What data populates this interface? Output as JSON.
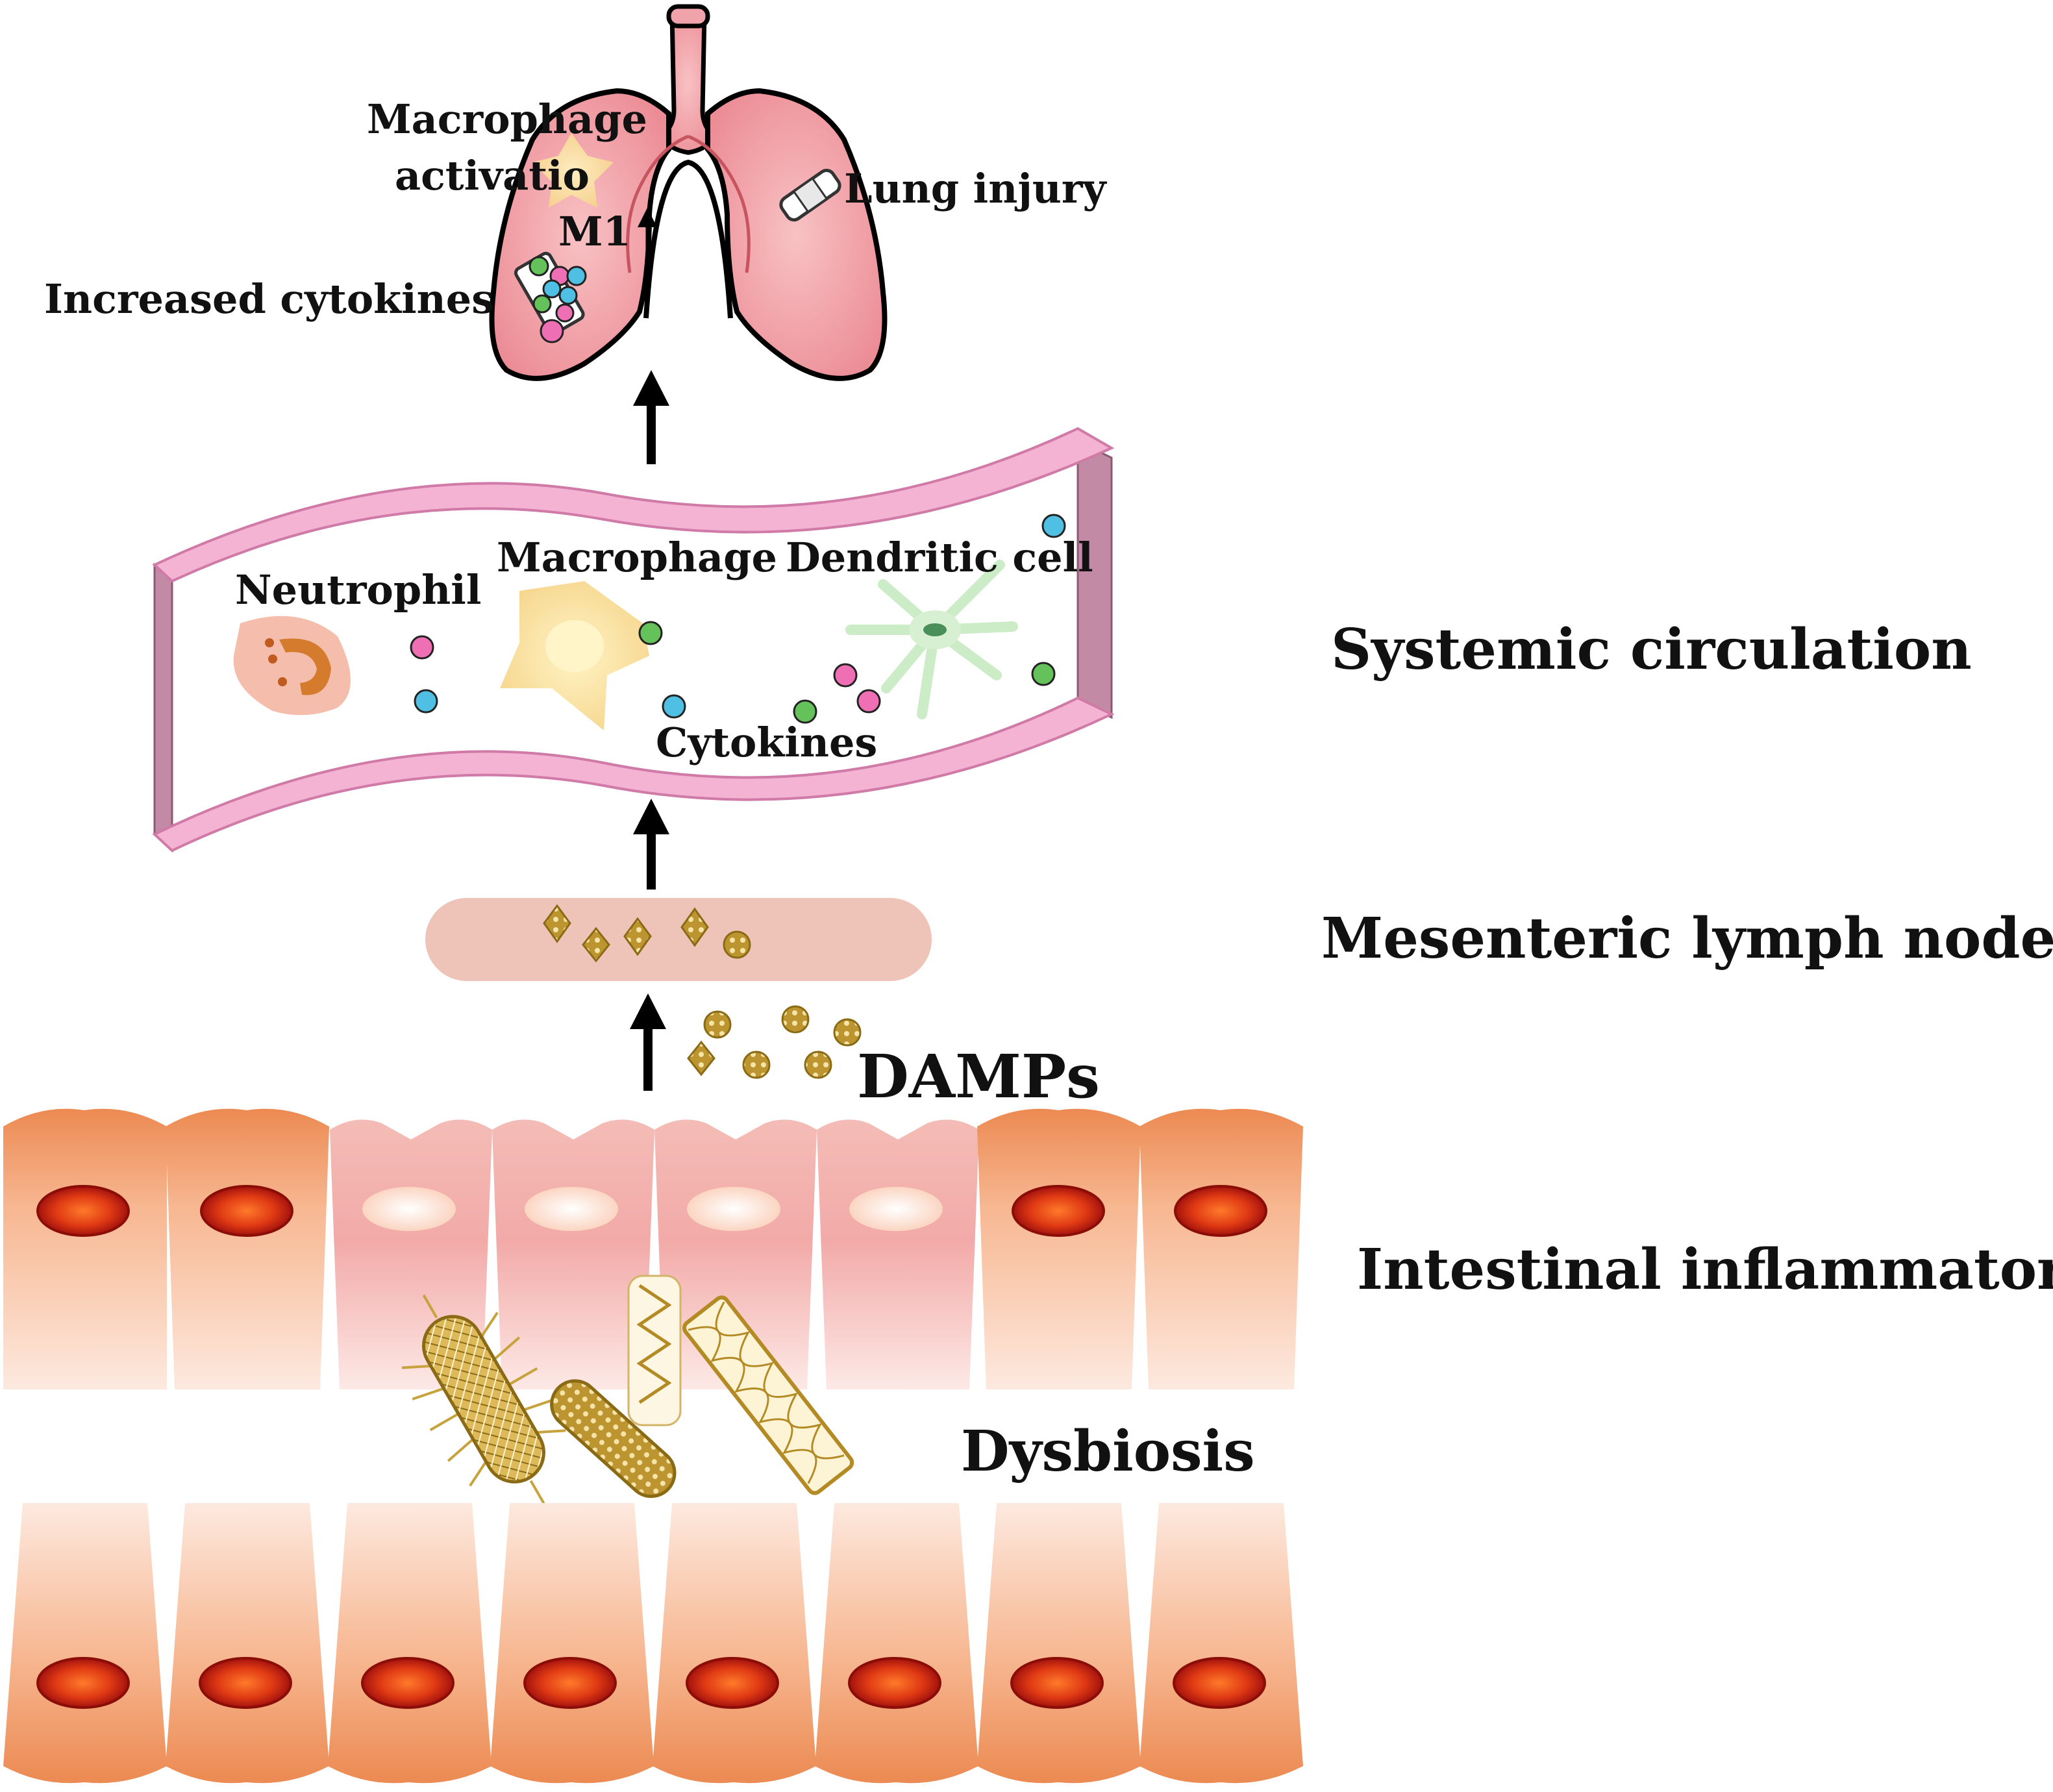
{
  "labels": {
    "macrophage_activation_line1": "Macrophage",
    "macrophage_activation_line2": "activatio",
    "m1": "M1",
    "lung_injury": "Lung injury",
    "increased_cytokines": "Increased cytokines",
    "neutrophil": "Neutrophil",
    "macrophage": "Macrophage",
    "dendritic_cell": "Dendritic cell",
    "cytokines": "Cytokines",
    "systemic_circulation": "Systemic circulation",
    "mesenteric_lymph_nodes": "Mesenteric lymph nodes",
    "damps": "DAMPs",
    "intestinal_inflammatory": "Intestinal inflammatory",
    "dysbiosis": "Dysbiosis"
  },
  "icons": {
    "lung": "lung-icon",
    "bandage": "bandage-icon",
    "neutrophil": "neutrophil-cell-icon",
    "macrophage": "macrophage-cell-icon",
    "dendritic": "dendritic-cell-icon",
    "bacteria": "bacteria-icon",
    "damp": "damp-particle-icon"
  },
  "colors": {
    "lung_fill": "#f0a3aa",
    "vessel_pink": "#f5b3d3",
    "vessel_side": "#c28aa4",
    "lymph_node": "#efc4b8",
    "cell_orange": "#f4a77c",
    "cell_pink": "#f7c9c2",
    "nucleus_red": "#cf1a10",
    "bacteria_gold": "#c8a23c",
    "cytokine_pink": "#ee6fb3",
    "cytokine_blue": "#4fc0e3",
    "cytokine_green": "#65c25a"
  }
}
